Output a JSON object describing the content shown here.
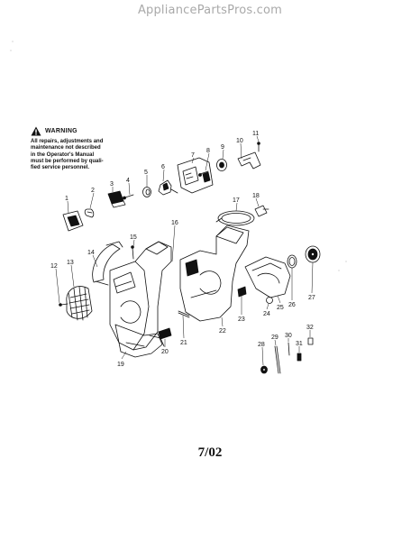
{
  "header": {
    "watermark": "AppliancePartsPros.com"
  },
  "warning": {
    "title": "WARNING",
    "lines": [
      "All repairs, adjustments and",
      "maintenance not described",
      "in the Operator's Manual",
      "must be performed by quali-",
      "fied service personnel."
    ]
  },
  "callouts": [
    "1",
    "2",
    "3",
    "4",
    "5",
    "6",
    "7",
    "8",
    "9",
    "10",
    "11",
    "12",
    "13",
    "14",
    "15",
    "16",
    "17",
    "18",
    "19",
    "20",
    "21",
    "22",
    "23",
    "24",
    "25",
    "26",
    "27",
    "28",
    "29",
    "30",
    "31",
    "32"
  ],
  "footer": {
    "date_code": "7/02"
  },
  "colors": {
    "ink": "#111111",
    "watermark": "#a9a9a9",
    "paper": "#ffffff"
  }
}
